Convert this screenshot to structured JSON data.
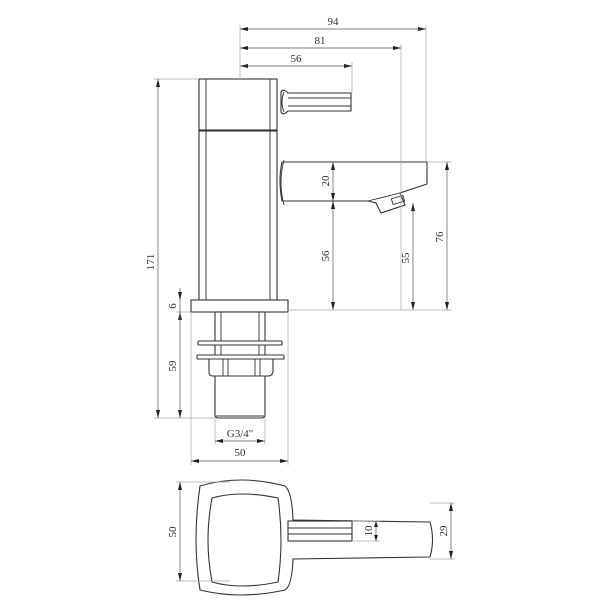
{
  "title": "Basin tap technical drawing",
  "units": "mm",
  "side_view": {
    "overall_height": "171",
    "handle_reach": "56",
    "lever_reach": "81",
    "spout_reach": "94",
    "spout_thickness": "20",
    "spout_underside_height": "56",
    "outlet_height": "55",
    "spout_top_height": "76",
    "base_plate_thickness": "6",
    "shank_length": "59",
    "thread_size": "G3/4\"",
    "base_width": "50"
  },
  "top_view": {
    "overall_depth": "50",
    "handle_width": "10",
    "spout_width": "29"
  }
}
